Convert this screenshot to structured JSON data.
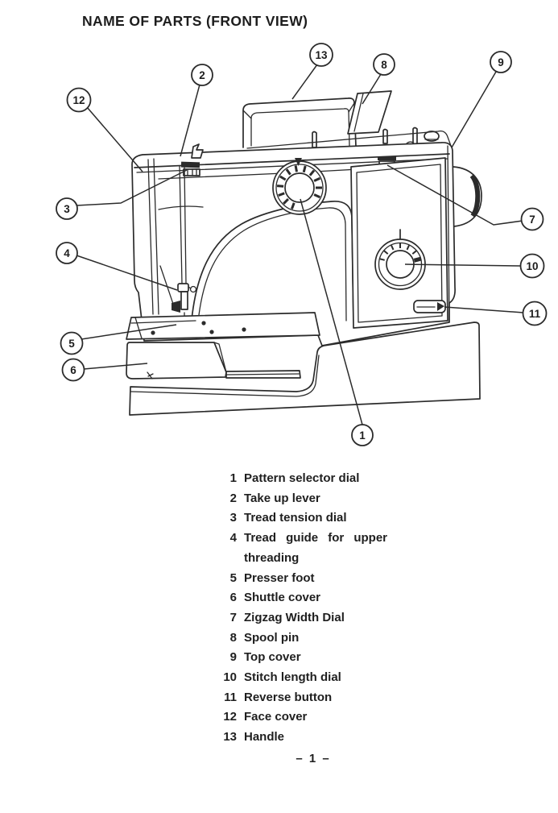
{
  "page": {
    "title": "NAME OF PARTS (FRONT VIEW)",
    "page_number": "– 1 –"
  },
  "colors": {
    "ink": "#2b2b2b",
    "paper": "#ffffff"
  },
  "diagram": {
    "description": "sewing machine front view line drawing",
    "callouts": [
      {
        "number": "1"
      },
      {
        "number": "2"
      },
      {
        "number": "3"
      },
      {
        "number": "4"
      },
      {
        "number": "5"
      },
      {
        "number": "6"
      },
      {
        "number": "7"
      },
      {
        "number": "8"
      },
      {
        "number": "9"
      },
      {
        "number": "10"
      },
      {
        "number": "11"
      },
      {
        "number": "12"
      },
      {
        "number": "13"
      }
    ]
  },
  "legend": {
    "items": [
      {
        "num": "1",
        "label": "Pattern selector dial"
      },
      {
        "num": "2",
        "label": "Take up lever"
      },
      {
        "num": "3",
        "label": "Tread tension dial"
      },
      {
        "num": "4",
        "label": "Tread guide for upper threading"
      },
      {
        "num": "5",
        "label": "Presser foot"
      },
      {
        "num": "6",
        "label": "Shuttle cover"
      },
      {
        "num": "7",
        "label": "Zigzag Width Dial"
      },
      {
        "num": "8",
        "label": "Spool pin"
      },
      {
        "num": "9",
        "label": "Top cover"
      },
      {
        "num": "10",
        "label": "Stitch length dial"
      },
      {
        "num": "11",
        "label": "Reverse button"
      },
      {
        "num": "12",
        "label": "Face cover"
      },
      {
        "num": "13",
        "label": "Handle"
      }
    ]
  }
}
